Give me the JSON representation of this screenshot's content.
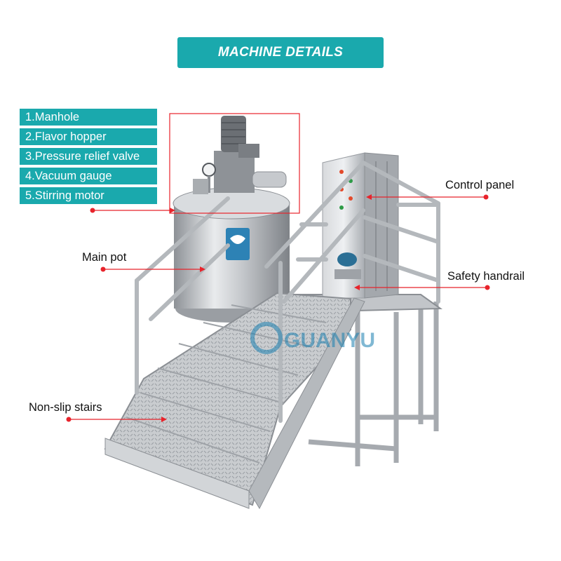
{
  "title": "MACHINE DETAILS",
  "parts": [
    "1.Manhole",
    "2.Flavor hopper",
    "3.Pressure relief valve",
    "4.Vacuum gauge",
    "5.Stirring motor"
  ],
  "callouts": {
    "control_panel": "Control panel",
    "main_pot": "Main pot",
    "safety_handrail": "Safety handrail",
    "non_slip_stairs": "Non-slip stairs"
  },
  "watermark_text": "GUANYU",
  "colors": {
    "accent": "#1aa9ad",
    "callout": "#e8232b",
    "steel": "#b9bcc0"
  }
}
